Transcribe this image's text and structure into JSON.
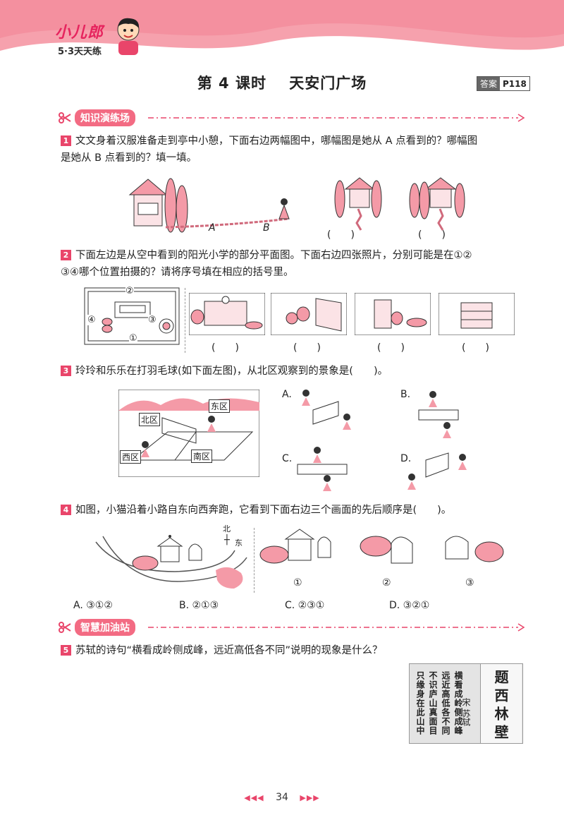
{
  "header": {
    "brand_name": "小儿郎",
    "brand_sub": "5·3天天练",
    "lesson_no": "第 4 课时",
    "lesson_title": "天安门广场",
    "answer_label": "答案",
    "answer_page": "P118"
  },
  "sections": [
    {
      "label": "知识演练场"
    },
    {
      "label": "智慧加油站"
    }
  ],
  "q1": {
    "num": "1",
    "text_line1": "文文身着汉服准备走到亭中小憩，下面右边两幅图中，哪幅图是她从 A 点看到的？哪幅图",
    "text_line2": "是她从 B 点看到的？填一填。",
    "point_a": "A",
    "point_b": "B",
    "blank": "(　　)"
  },
  "q2": {
    "num": "2",
    "text_line1": "下面左边是从空中看到的阳光小学的部分平面图。下面右边四张照片，分别可能是在①②",
    "text_line2": "③④哪个位置拍摄的？请将序号填在相应的括号里。",
    "pos1": "①",
    "pos2": "②",
    "pos3": "③",
    "pos4": "④",
    "blank": "(　　)"
  },
  "q3": {
    "num": "3",
    "text": "玲玲和乐乐在打羽毛球(如下面左图)，从北区观察到的景象是(　　)。",
    "zone_north": "北区",
    "zone_east": "东区",
    "zone_west": "西区",
    "zone_south": "南区",
    "opt_a": "A.",
    "opt_b": "B.",
    "opt_c": "C.",
    "opt_d": "D."
  },
  "q4": {
    "num": "4",
    "text": "如图，小猫沿着小路自东向西奔跑，它看到下面右边三个画面的先后顺序是(　　)。",
    "compass_n": "北",
    "compass_e": "东",
    "pic1": "①",
    "pic2": "②",
    "pic3": "③",
    "choices": [
      "A. ③①②",
      "B. ②①③",
      "C. ②③①",
      "D. ③②①"
    ]
  },
  "q5": {
    "num": "5",
    "text": "苏轼的诗句“横看成岭侧成峰，远近高低各不同”说明的现象是什么？",
    "poem_title": "题西林壁",
    "poem_author": "宋 苏轼",
    "poem_lines": [
      "横看成岭侧成峰",
      "远近高低各不同",
      "不识庐山真面目",
      "只缘身在此山中"
    ]
  },
  "footer": {
    "page_number": "34",
    "arrows_left": "◀◀◀",
    "arrows_right": "▶▶▶"
  }
}
